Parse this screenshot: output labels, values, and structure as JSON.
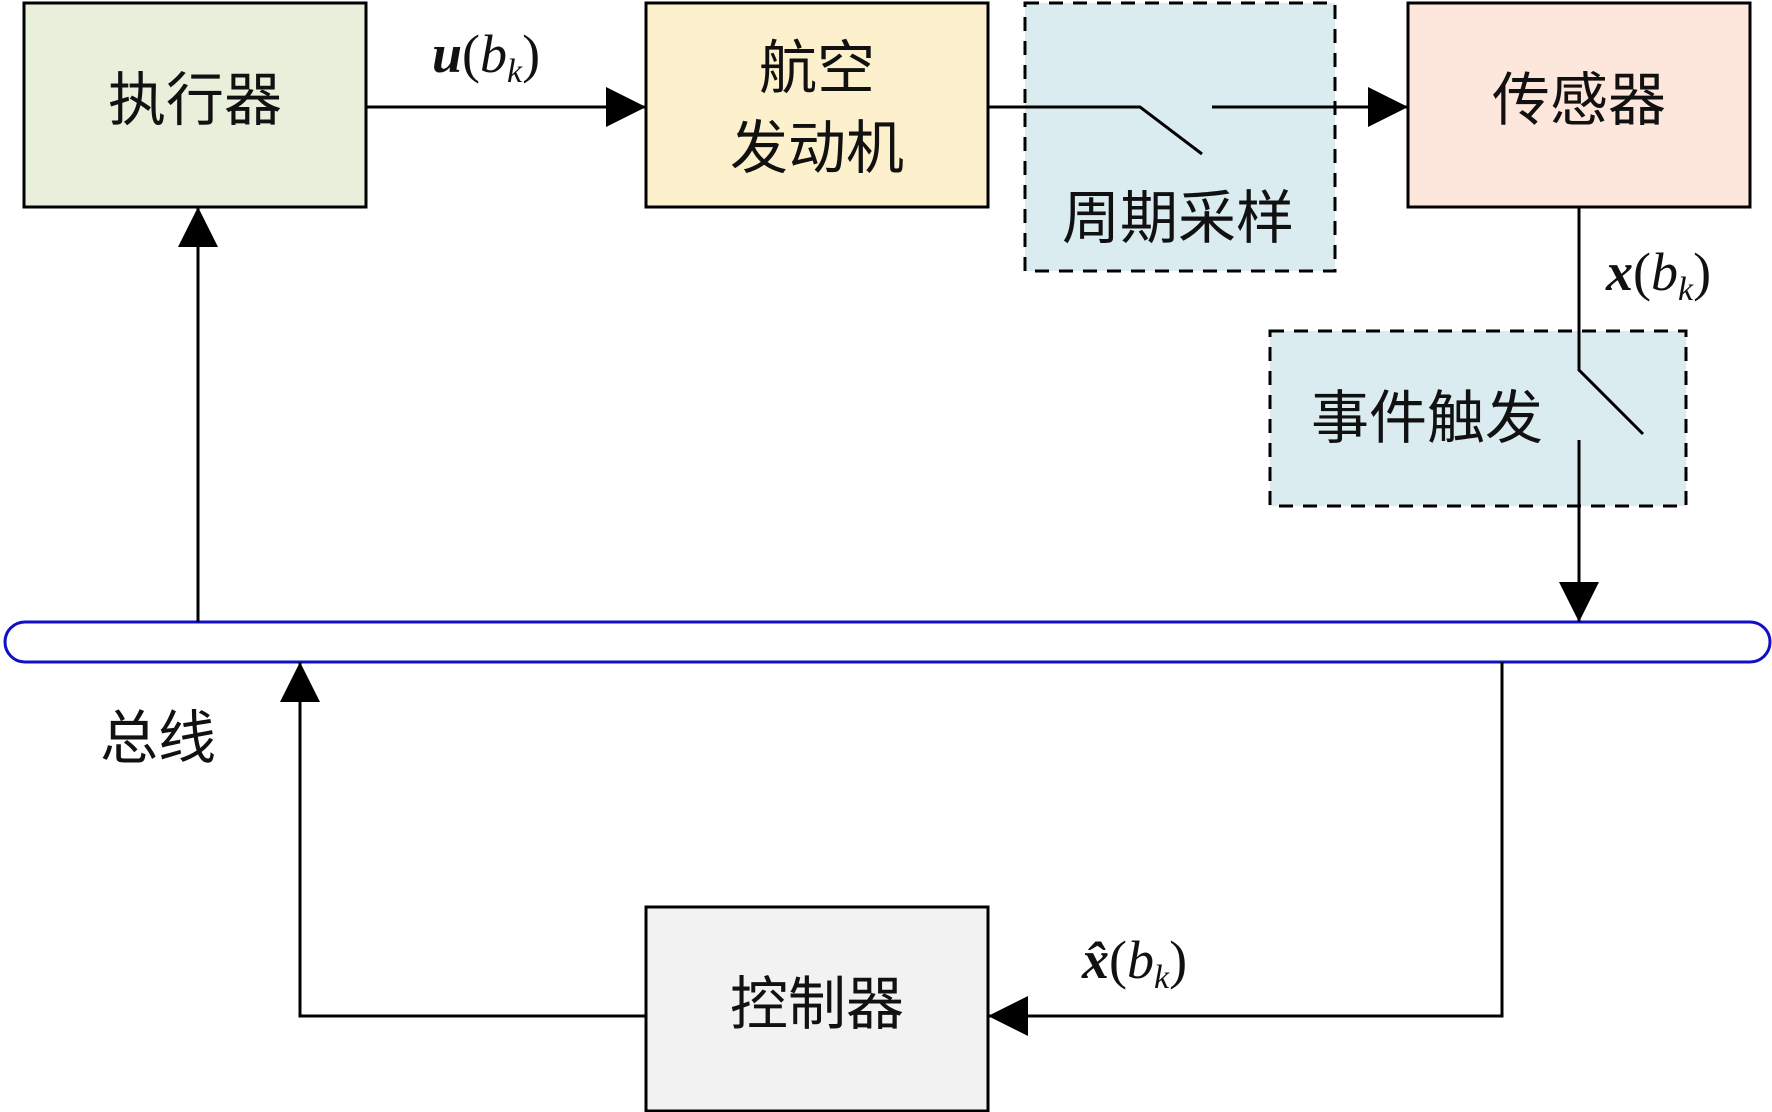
{
  "blocks": {
    "actuator": {
      "label": "执行器",
      "fill": "#e8f0dc"
    },
    "engine": {
      "line1": "航空",
      "line2": "发动机",
      "fill": "#fdf0cc"
    },
    "periodic_sampling": {
      "label": "周期采样",
      "fill": "#dbecf0"
    },
    "sensor": {
      "label": "传感器",
      "fill": "#fde6dc"
    },
    "event_trigger": {
      "label": "事件触发",
      "fill": "#dbecf0"
    },
    "controller": {
      "label": "控制器",
      "fill": "#f2f2f2"
    }
  },
  "bus": {
    "label": "总线",
    "stroke": "#1010c8"
  },
  "signals": {
    "u": {
      "sym": "u",
      "open": "(",
      "b": "b",
      "k": "k",
      "close": ")"
    },
    "x": {
      "sym": "x",
      "open": "(",
      "b": "b",
      "k": "k",
      "close": ")"
    },
    "xhat": {
      "sym": "x̂",
      "open": "(",
      "b": "b",
      "k": "k",
      "close": ")"
    }
  }
}
